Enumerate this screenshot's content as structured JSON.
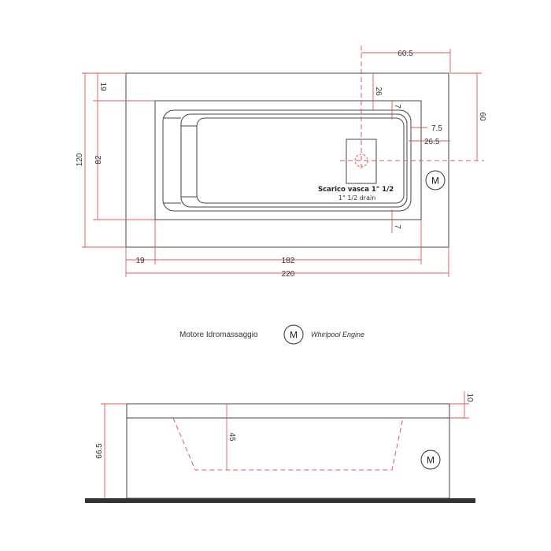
{
  "plan": {
    "dims": {
      "top_right_width": "60.5",
      "top_right_height": "60",
      "left_rim_top": "19",
      "overall_height": "120",
      "inner_height": "82",
      "left_rim_side": "19",
      "inner_width": "182",
      "overall_width": "220",
      "drain_from_top": "26",
      "basin_rim_top": "7",
      "basin_rim_bottom": "7",
      "drain_offset_small": "7.5",
      "drain_offset_right": "26.5"
    },
    "drain_label": "Scarico vasca 1\" 1/2",
    "drain_label_en": "1\" 1/2  drain",
    "motor_symbol": "M"
  },
  "legend": {
    "motor_label_it": "Motore Idromassaggio",
    "motor_symbol": "M",
    "motor_label_en": "Whirlpool Engine"
  },
  "section": {
    "dims": {
      "total_height": "66.5",
      "inner_depth": "45",
      "rim_thickness": "10"
    },
    "motor_symbol": "M"
  }
}
